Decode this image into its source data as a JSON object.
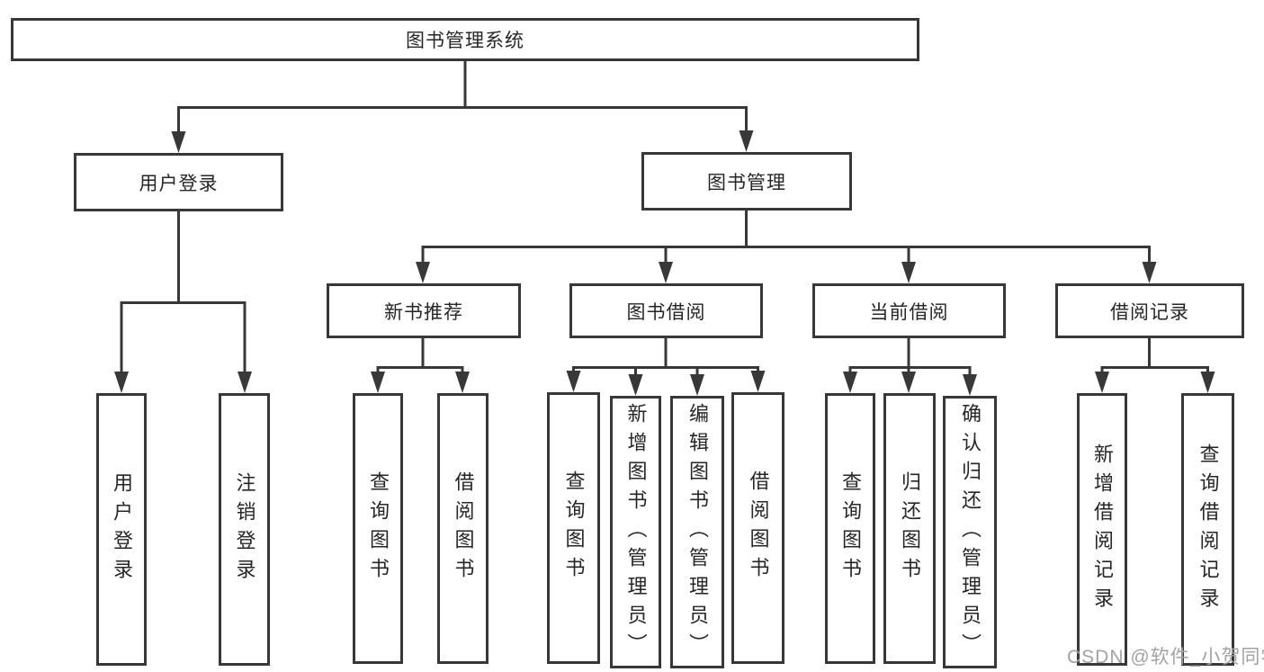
{
  "tree": {
    "root": "图书管理系统",
    "user_login": {
      "label": "用户登录",
      "children": [
        "用户登录",
        "注销登录"
      ]
    },
    "book_mgmt": {
      "label": "图书管理",
      "sections": [
        {
          "label": "新书推荐",
          "children": [
            "查询图书",
            "借阅图书"
          ]
        },
        {
          "label": "图书借阅",
          "children": [
            "查询图书",
            "新增图书（管理员）",
            "编辑图书（管理员）",
            "借阅图书"
          ]
        },
        {
          "label": "当前借阅",
          "children": [
            "查询图书",
            "归还图书",
            "确认归还（管理员）"
          ]
        },
        {
          "label": "借阅记录",
          "children": [
            "新增借阅记录",
            "查询借阅记录"
          ]
        }
      ]
    }
  },
  "watermark": {
    "text": "CSDN @软件_小贺同学"
  },
  "colors": {
    "line": "#383838",
    "box_border": "#383838",
    "text": "#262626",
    "watermark": "#a2a2a2",
    "background": "#ffffff"
  }
}
